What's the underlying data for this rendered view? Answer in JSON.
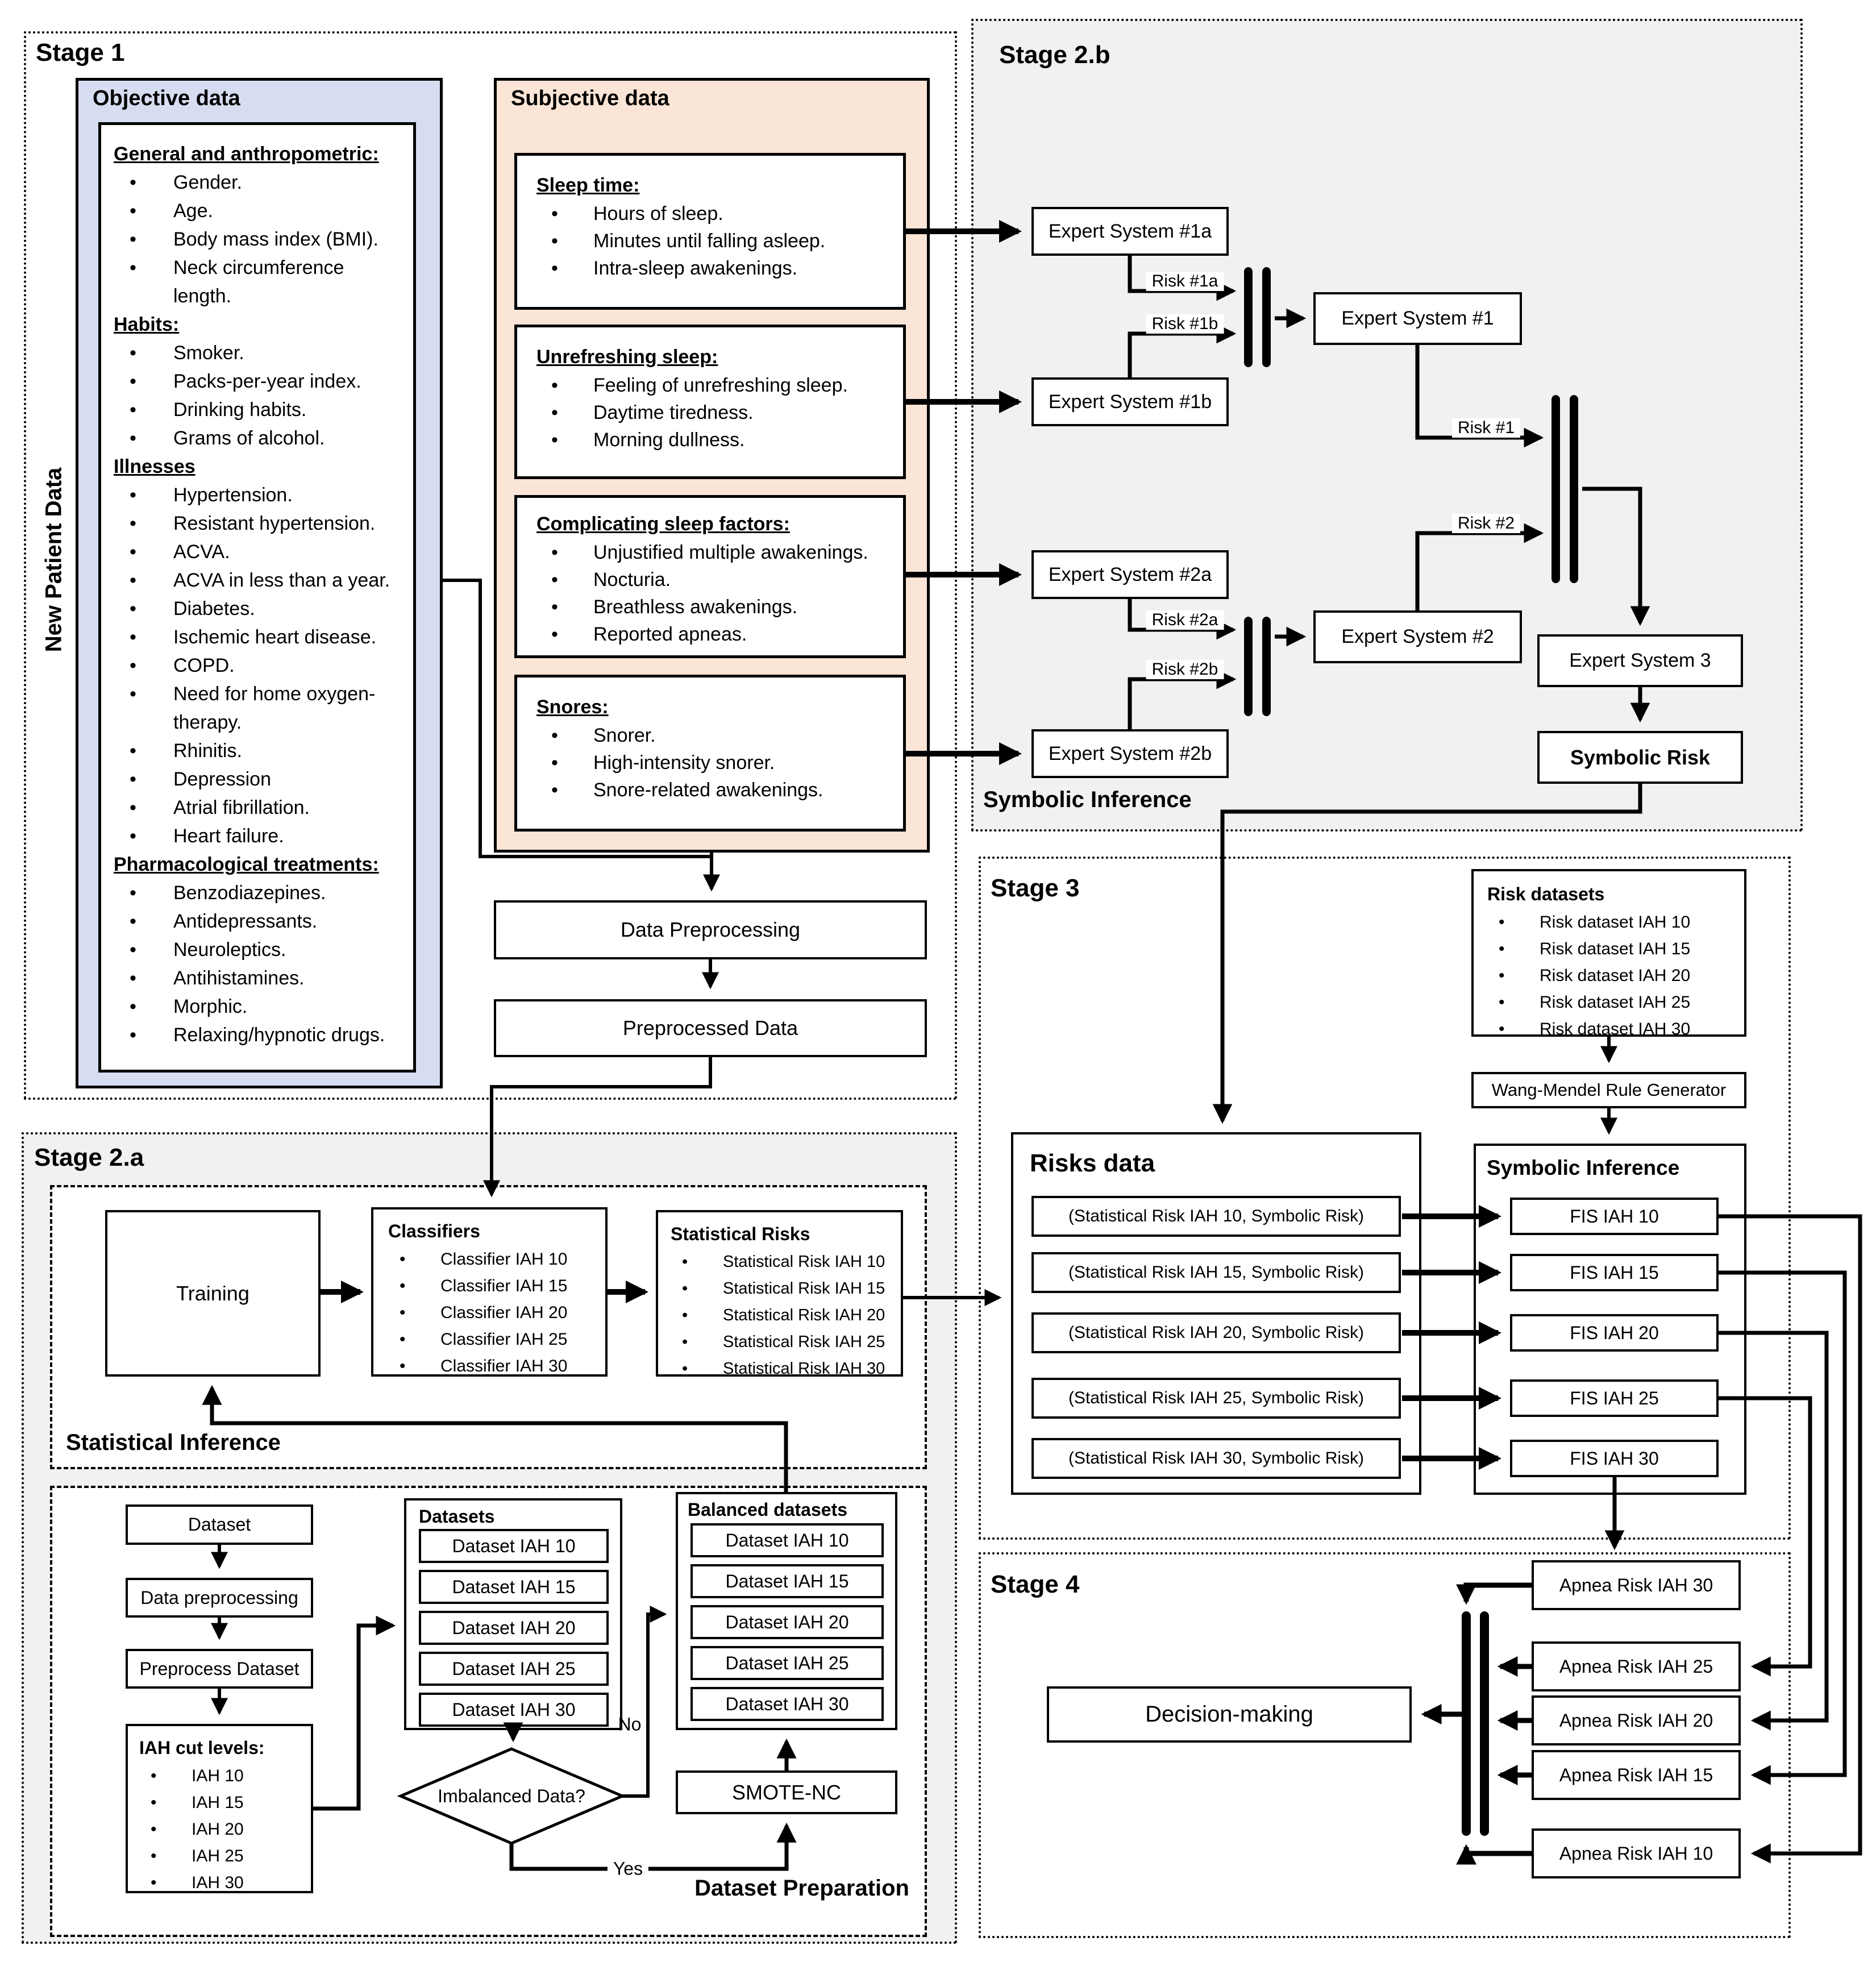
{
  "stages": {
    "s1": "Stage 1",
    "s2a": "Stage 2.a",
    "s2b": "Stage 2.b",
    "s3": "Stage 3",
    "s4": "Stage 4"
  },
  "stage1": {
    "side_label": "New Patient Data",
    "objective": {
      "title": "Objective data",
      "sections": [
        {
          "header": "General and anthropometric:",
          "items": [
            "Gender.",
            "Age.",
            "Body mass index (BMI).",
            "Neck circumference length."
          ]
        },
        {
          "header": "Habits:",
          "items": [
            "Smoker.",
            "Packs-per-year index.",
            "Drinking habits.",
            "Grams of alcohol."
          ]
        },
        {
          "header": "Illnesses",
          "items": [
            "Hypertension.",
            "Resistant hypertension.",
            "ACVA.",
            "ACVA in less than a year.",
            "Diabetes.",
            "Ischemic heart disease.",
            "COPD.",
            "Need for home oxygen-therapy.",
            "Rhinitis.",
            "Depression",
            "Atrial fibrillation.",
            "Heart failure."
          ]
        },
        {
          "header": "Pharmacological treatments:",
          "items": [
            "Benzodiazepines.",
            "Antidepressants.",
            "Neuroleptics.",
            "Antihistamines.",
            "Morphic.",
            "Relaxing/hypnotic drugs."
          ]
        }
      ]
    },
    "subjective": {
      "title": "Subjective data",
      "groups": [
        {
          "header": "Sleep time:",
          "items": [
            "Hours of sleep.",
            "Minutes until falling asleep.",
            "Intra-sleep awakenings."
          ]
        },
        {
          "header": "Unrefreshing sleep:",
          "items": [
            "Feeling of unrefreshing sleep.",
            "Daytime tiredness.",
            "Morning dullness."
          ]
        },
        {
          "header": "Complicating sleep factors:",
          "items": [
            "Unjustified multiple awakenings.",
            "Nocturia.",
            "Breathless awakenings.",
            "Reported apneas."
          ]
        },
        {
          "header": "Snores:",
          "items": [
            "Snorer.",
            "High-intensity snorer.",
            "Snore-related awakenings."
          ]
        }
      ]
    },
    "data_preprocessing": "Data Preprocessing",
    "preprocessed_data": "Preprocessed Data"
  },
  "stage2b": {
    "section_label": "Symbolic Inference",
    "es1a": "Expert System #1a",
    "es1b": "Expert System #1b",
    "es2a": "Expert System #2a",
    "es2b": "Expert System #2b",
    "es1": "Expert System #1",
    "es2": "Expert System #2",
    "es3": "Expert System 3",
    "symbolic_risk": "Symbolic Risk",
    "risk1a": "Risk #1a",
    "risk1b": "Risk #1b",
    "risk2a": "Risk #2a",
    "risk2b": "Risk #2b",
    "risk1": "Risk #1",
    "risk2": "Risk #2"
  },
  "stage2a": {
    "statistical_inference_label": "Statistical Inference",
    "dataset_preparation_label": "Dataset Preparation",
    "training": "Training",
    "classifiers": {
      "title": "Classifiers",
      "items": [
        "Classifier IAH 10",
        "Classifier IAH 15",
        "Classifier IAH 20",
        "Classifier IAH 25",
        "Classifier IAH 30"
      ]
    },
    "statistical_risks": {
      "title": "Statistical Risks",
      "items": [
        "Statistical Risk IAH 10",
        "Statistical Risk IAH 15",
        "Statistical Risk IAH 20",
        "Statistical Risk IAH 25",
        "Statistical Risk IAH 30"
      ]
    },
    "dataset": "Dataset",
    "data_preprocessing": "Data preprocessing",
    "preprocess_dataset": "Preprocess Dataset",
    "iah_cut_levels": {
      "title": "IAH cut levels:",
      "items": [
        "IAH 10",
        "IAH 15",
        "IAH 20",
        "IAH 25",
        "IAH 30"
      ]
    },
    "datasets": {
      "title": "Datasets",
      "items": [
        "Dataset IAH 10",
        "Dataset IAH 15",
        "Dataset IAH 20",
        "Dataset IAH 25",
        "Dataset IAH 30"
      ]
    },
    "balanced": {
      "title": "Balanced datasets",
      "items": [
        "Dataset IAH 10",
        "Dataset IAH 15",
        "Dataset IAH 20",
        "Dataset IAH 25",
        "Dataset IAH 30"
      ]
    },
    "imbalanced": "Imbalanced Data?",
    "smote": "SMOTE-NC",
    "yes": "Yes",
    "no": "No"
  },
  "stage3": {
    "risk_datasets": {
      "title": "Risk datasets",
      "items": [
        "Risk dataset IAH 10",
        "Risk dataset IAH 15",
        "Risk dataset IAH 20",
        "Risk dataset IAH 25",
        "Risk dataset IAH 30"
      ]
    },
    "wang_mendel": "Wang-Mendel Rule Generator",
    "risks_data_title": "Risks data",
    "tuples": [
      "(Statistical Risk IAH 10, Symbolic Risk)",
      "(Statistical Risk IAH 15, Symbolic Risk)",
      "(Statistical Risk IAH 20, Symbolic Risk)",
      "(Statistical Risk IAH 25, Symbolic Risk)",
      "(Statistical Risk IAH 30, Symbolic Risk)"
    ],
    "symbolic_inference_title": "Symbolic Inference",
    "fis": [
      "FIS IAH 10",
      "FIS IAH 15",
      "FIS IAH 20",
      "FIS IAH 25",
      "FIS IAH 30"
    ]
  },
  "stage4": {
    "decision": "Decision-making",
    "apnea": [
      "Apnea Risk IAH 30",
      "Apnea Risk IAH 25",
      "Apnea Risk IAH 20",
      "Apnea Risk IAH 15",
      "Apnea Risk IAH 10"
    ]
  },
  "colors": {
    "objective_fill": "#D7DDF1",
    "subjective_fill": "#FBE5D6",
    "stage_gray_fill": "#F1F1F1",
    "line_color": "#000000"
  }
}
